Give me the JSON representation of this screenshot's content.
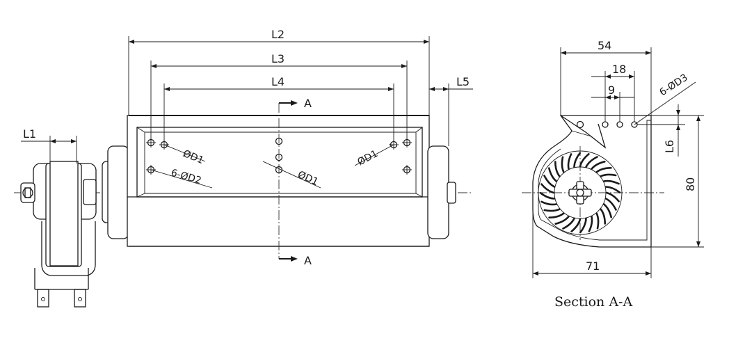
{
  "front_view": {
    "dims": {
      "L1": "L1",
      "L2": "L2",
      "L3": "L3",
      "L4": "L4",
      "L5": "L5"
    },
    "holes": {
      "d1_left": "ØD1",
      "d1_center": "ØD1",
      "d1_right": "ØD1",
      "d2": "6-ØD2"
    },
    "section_marker": "A"
  },
  "section_view": {
    "dims": {
      "w54": "54",
      "w18": "18",
      "w9": "9",
      "d3": "6-ØD3",
      "L6": "L6",
      "h80": "80",
      "w71": "71"
    },
    "caption": "Section A-A"
  }
}
